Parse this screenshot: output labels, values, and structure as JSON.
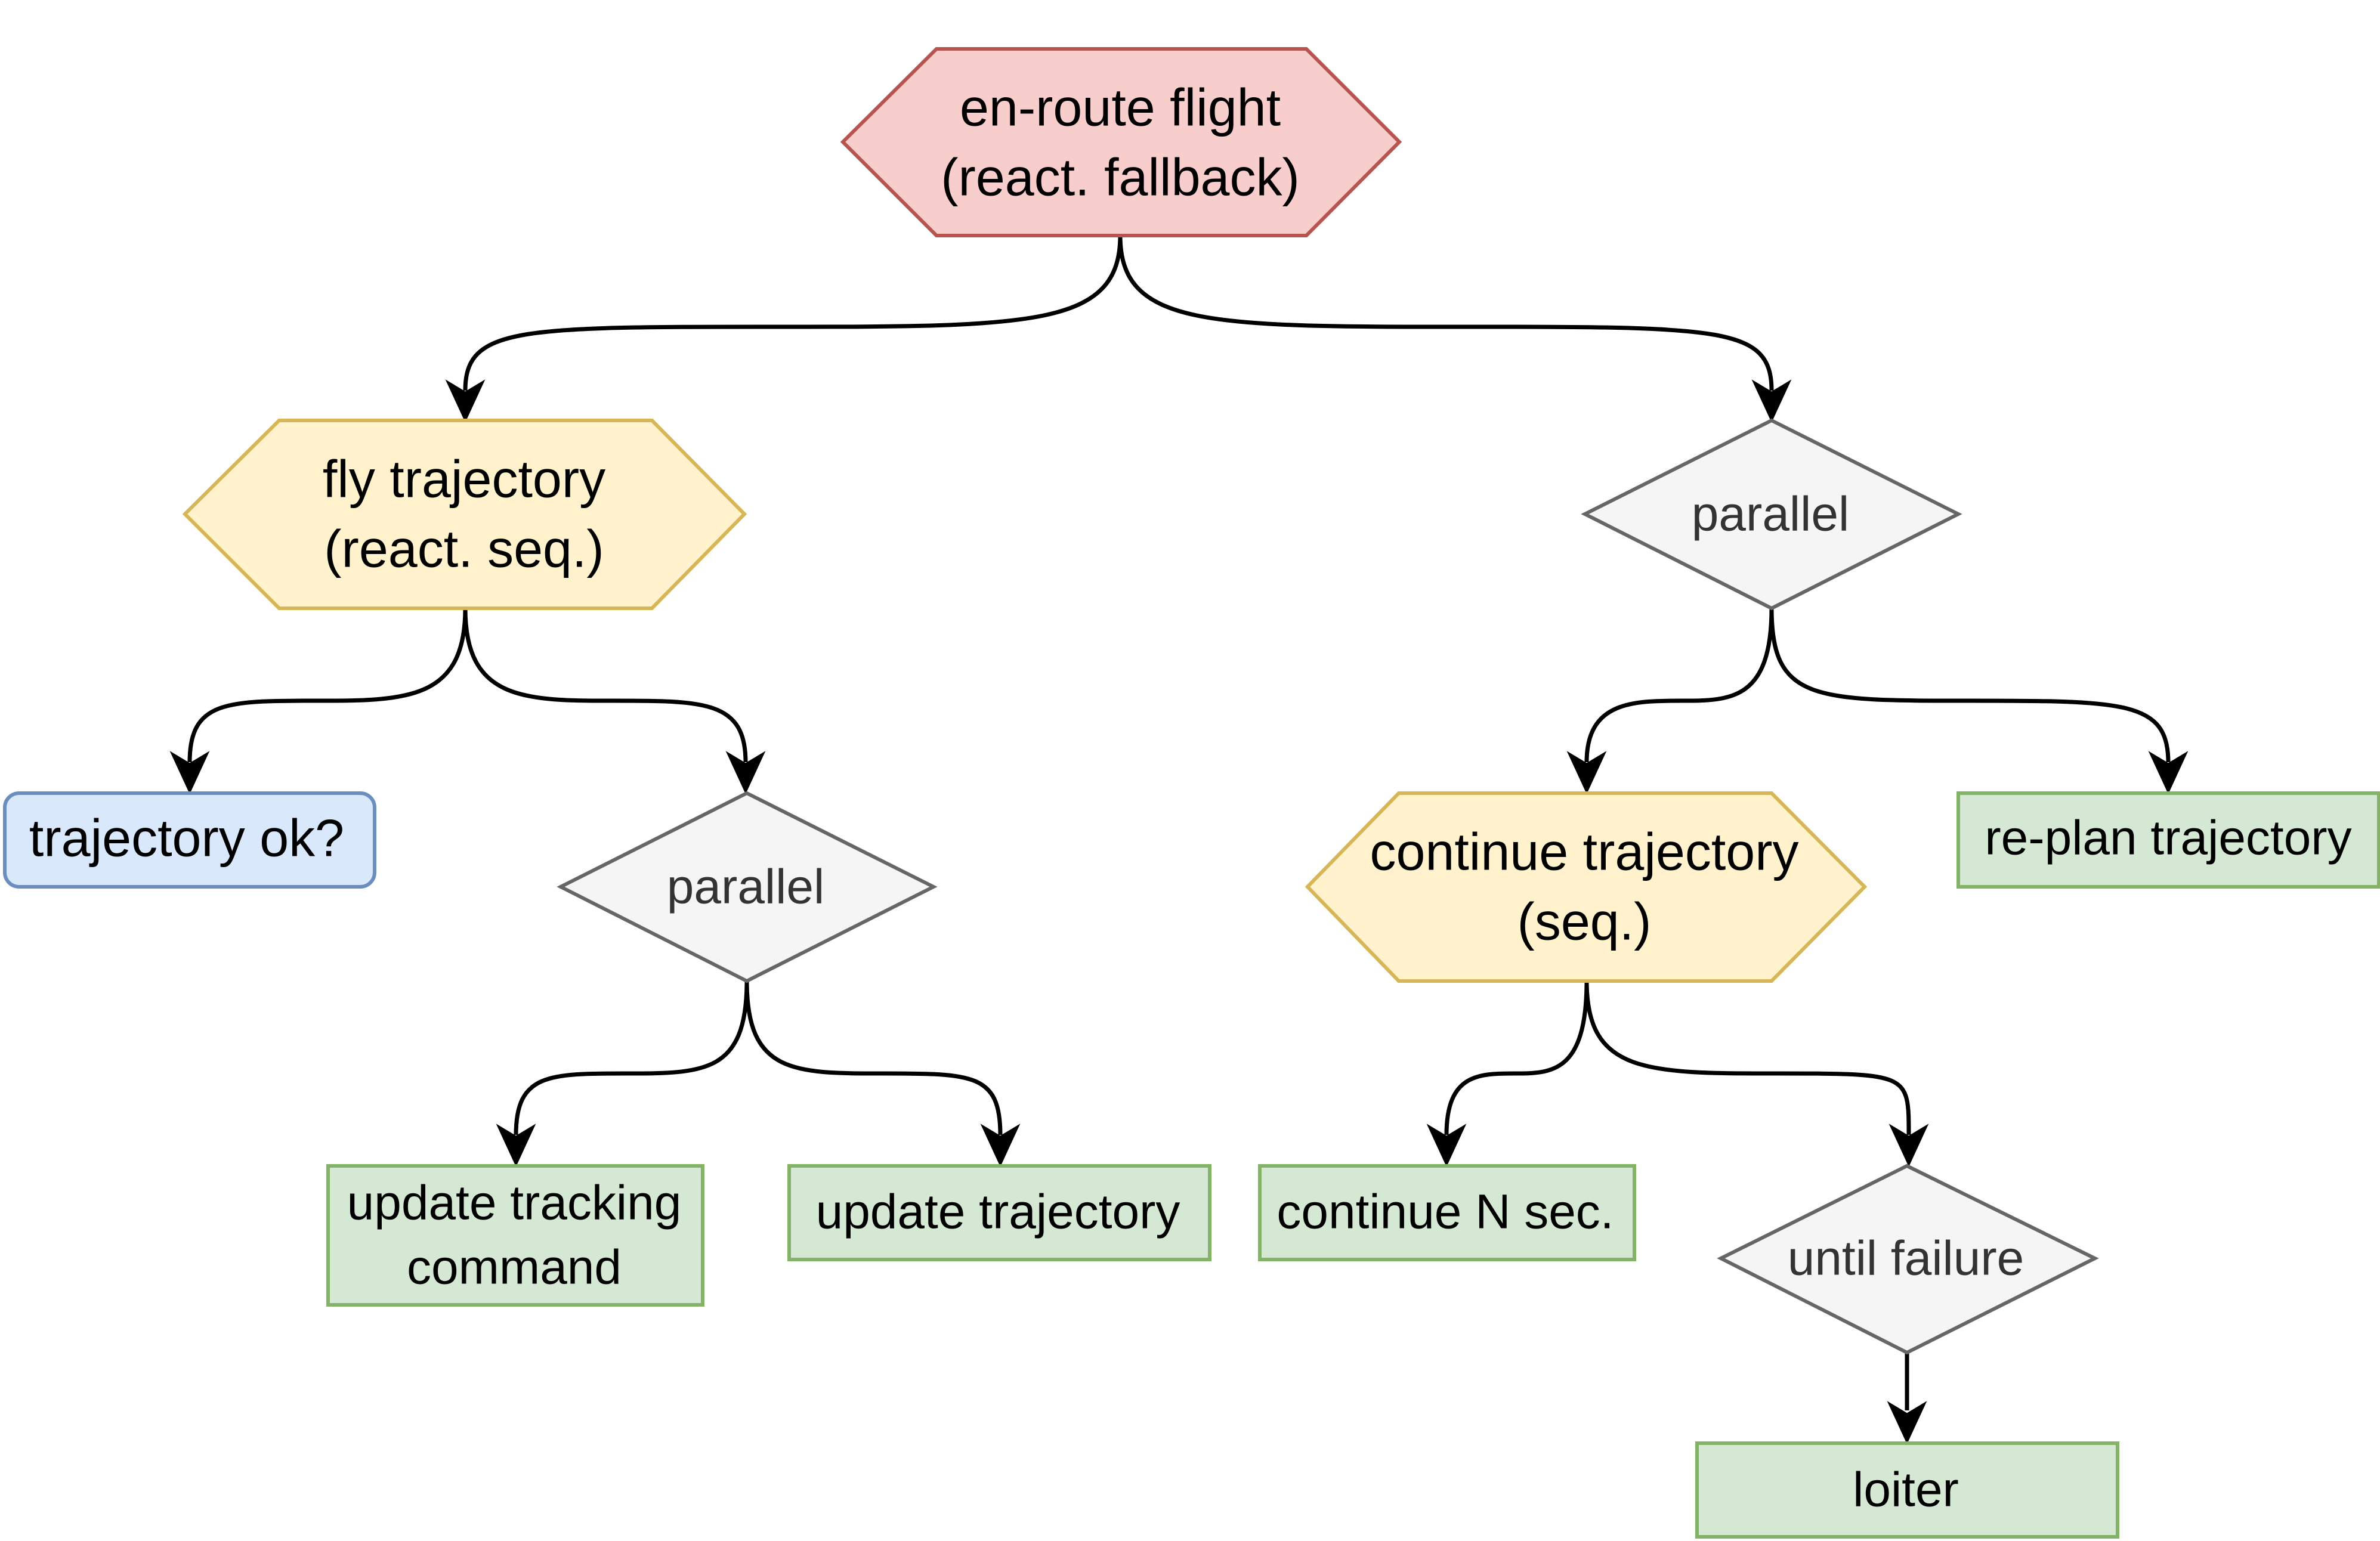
{
  "colors": {
    "fallback_fill": "#f8cecc",
    "fallback_stroke": "#b85450",
    "sequence_fill": "#fff2cc",
    "sequence_stroke": "#d6b656",
    "decorator_fill": "#f5f5f5",
    "decorator_stroke": "#666666",
    "condition_fill": "#dae8fc",
    "condition_stroke": "#6c8ebf",
    "action_fill": "#d5e8d4",
    "action_stroke": "#82b366",
    "edge": "#000000"
  },
  "nodes": {
    "en_route_flight": {
      "line1": "en-route flight",
      "line2": "(react. fallback)"
    },
    "fly_trajectory": {
      "line1": "fly trajectory",
      "line2": "(react. seq.)"
    },
    "parallel_right": {
      "label": "parallel"
    },
    "trajectory_ok": {
      "label": "trajectory ok?"
    },
    "parallel_left": {
      "label": "parallel"
    },
    "continue_trajectory": {
      "line1": "continue trajectory",
      "line2": "(seq.)"
    },
    "re_plan_trajectory": {
      "label": "re-plan trajectory"
    },
    "update_tracking_command": {
      "line1": "update tracking",
      "line2": "command"
    },
    "update_trajectory": {
      "label": "update trajectory"
    },
    "continue_n_sec": {
      "label": "continue N sec."
    },
    "until_failure": {
      "label": "until failure"
    },
    "loiter": {
      "label": "loiter"
    }
  }
}
